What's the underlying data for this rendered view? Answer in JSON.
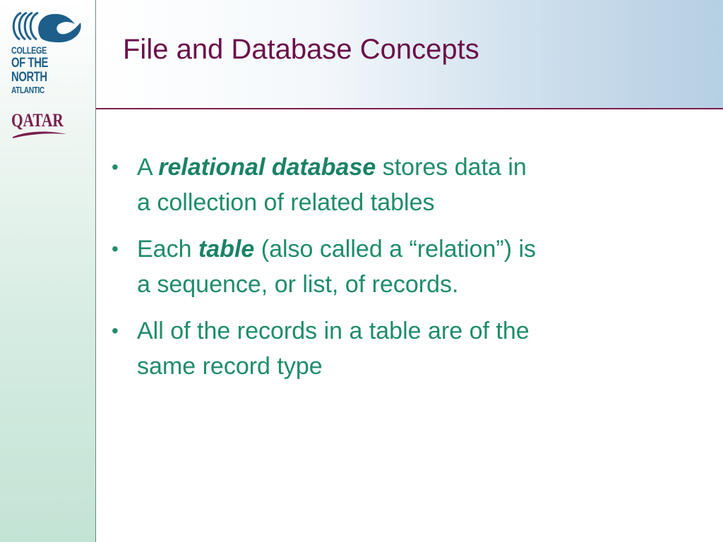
{
  "slide": {
    "title": "File and Database Concepts",
    "logo": {
      "lines": [
        "COLLEGE",
        "OF THE",
        "NORTH",
        "ATLANTIC"
      ],
      "country": "QATAR",
      "icon": "wave-icon"
    },
    "bullets": [
      {
        "line1_pre": "A ",
        "line1_emph": "relational database",
        "line1_post": " stores data in",
        "line2": "a collection of related tables"
      },
      {
        "line1_pre": "Each ",
        "line1_emph": "table",
        "line1_post": " (also called a “relation”) is",
        "line2": "a sequence, or list, of records."
      },
      {
        "line1_pre": "All of the records in a table are of the",
        "line1_emph": "",
        "line1_post": "",
        "line2": "same record type"
      }
    ]
  },
  "colors": {
    "title": "#6b0f4a",
    "body_text": "#1e8c6a",
    "rule": "#7a1e4e",
    "logo_blue": "#1d5f8a"
  }
}
